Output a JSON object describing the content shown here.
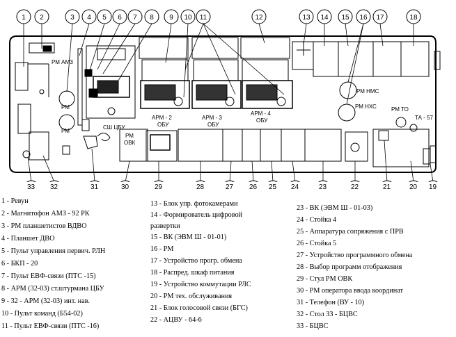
{
  "callouts": {
    "top": [
      "1",
      "2",
      "3",
      "4",
      "5",
      "6",
      "7",
      "8",
      "9",
      "10",
      "11",
      "12",
      "13",
      "14",
      "15",
      "16",
      "17",
      "18"
    ],
    "bottom": [
      "33",
      "32",
      "31",
      "30",
      "29",
      "28",
      "27",
      "26",
      "25",
      "24",
      "23",
      "22",
      "21",
      "20",
      "19"
    ]
  },
  "labels": {
    "rm_amz": "РМ АМЗ",
    "rm_left_1": "РМ",
    "rm_left_2": "РМ",
    "sh_tsbu": "СШ ЦБУ",
    "arm2": "АРМ - 2",
    "arm2_sub": "ОБУ",
    "arm3": "АРМ - 3",
    "arm3_sub": "ОБУ",
    "arm4": "АРМ - 4",
    "arm4_sub": "ОБУ",
    "rm_nms": "РМ НМС",
    "rm_nhs": "РМ НХС",
    "rm_to": "РМ ТО",
    "ta57": "ТА - 57",
    "rm_ovk_1": "РМ",
    "rm_ovk_2": "ОВК"
  },
  "legend": {
    "col1": [
      "1 - Ревун",
      "2 - Магнитофон АМЗ - 92 РК",
      "3 - РМ планшетистов ВДВО",
      "4 - Планшет ДВО",
      "5 - Пульт управления первич. РЛН",
      "6 - БКП - 20",
      "7 - Пульт ЕВФ-связи (ПТС -15)",
      "8 - АРМ (32-03) ст.штурмана ЦБУ",
      "9 - 32 - АРМ (32-03) инт. нав.",
      "10 - Пульт команд (Б54-02)",
      "11 - Пульт ЕВФ-связи (ПТС -16)"
    ],
    "col2": [
      "13 - Блок упр. фотокамерами",
      "14 - Формирователь цифровой",
      "развертки",
      "15 - ВК (ЭВМ Ш - 01-01)",
      "16 - РМ",
      "17 - Устройство прогр. обмена",
      "18 - Распред. шкаф питания",
      "19 - Устройство коммутации РЛС",
      "20 - РМ тех. обслуживания",
      "21 - Блок голосовой связи (БГС)",
      "22 - АЦВУ - 64-6"
    ],
    "col3": [
      "23 - ВК (ЭВМ Ш - 01-03)",
      "24 - Стойка 4",
      "25 - Аппаратура сопряжения с ПРВ",
      "26 - Стойка 5",
      "27 - Устройство программного обмена",
      "28 - Выбор программ отображения",
      "29 - Стул РМ ОВК",
      "30 - РМ оператора ввода координат",
      "31 - Телефон (ВУ - 10)",
      "32 - Стол ЗЗ - БЦВС",
      "33 - БЦВС"
    ]
  }
}
